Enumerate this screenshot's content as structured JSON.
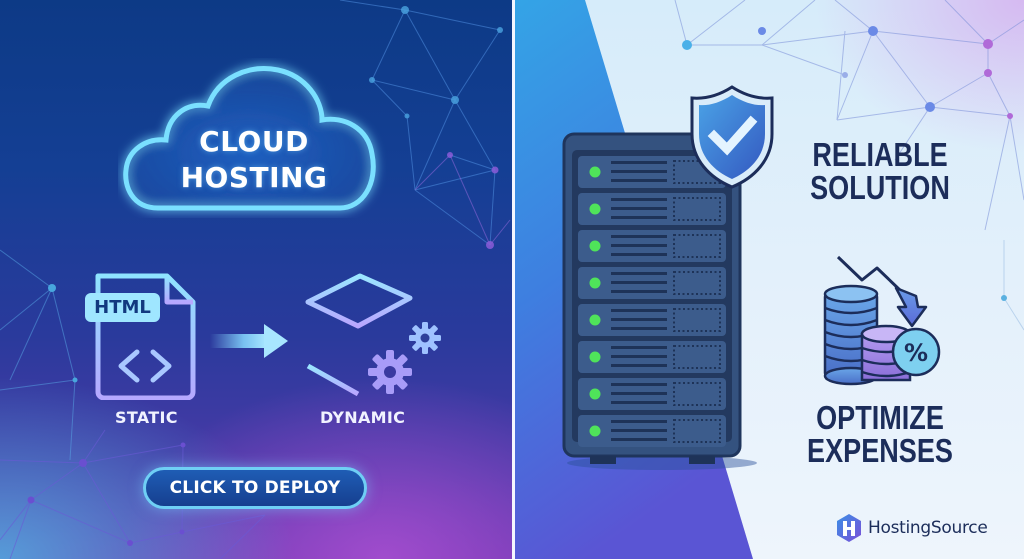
{
  "left_panel": {
    "cloud": {
      "title_line1": "CLOUD",
      "title_line2": "HOSTING",
      "icon": "cloud-outline-icon"
    },
    "static": {
      "badge": "HTML",
      "label": "STATIC",
      "icon": "html-file-icon"
    },
    "arrow": {
      "icon": "arrow-right-icon"
    },
    "dynamic": {
      "label": "DYNAMIC",
      "icon": "cube-gears-icon"
    },
    "cta": {
      "label": "CLICK TO DEPLOY"
    }
  },
  "right_panel": {
    "server": {
      "icon": "server-rack-icon",
      "units": 8,
      "led_color": "#4fe35a"
    },
    "shield": {
      "icon": "shield-check-icon"
    },
    "reliable": {
      "line1": "RELIABLE",
      "line2": "SOLUTION"
    },
    "expenses": {
      "icon": "coins-percent-down-icon",
      "line1": "OPTIMIZE",
      "line2": "EXPENSES"
    },
    "brand": {
      "name": "HostingSource",
      "logo": "hostingsource-logo-icon"
    }
  },
  "colors": {
    "left_bg_top": "#0d3a86",
    "left_bg_bottom": "#6a36b0",
    "neon_cyan": "#6fd6ff",
    "right_bg": "#e3f0fb",
    "navy_text": "#1c2d5a",
    "server_body": "#2f4a78"
  }
}
